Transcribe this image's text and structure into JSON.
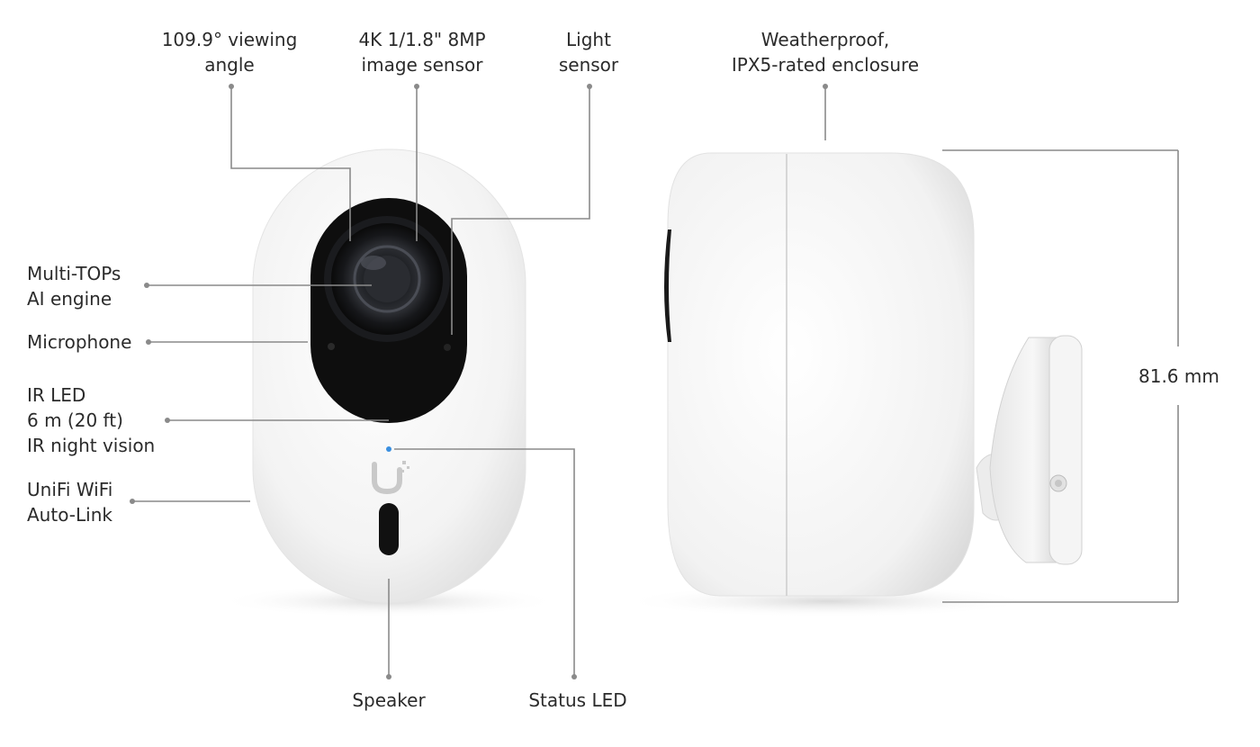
{
  "callouts": {
    "viewing_angle": [
      "109.9° viewing",
      "angle"
    ],
    "image_sensor": [
      "4K 1/1.8\" 8MP",
      "image sensor"
    ],
    "light_sensor": [
      "Light",
      "sensor"
    ],
    "enclosure": [
      "Weatherproof,",
      "IPX5-rated enclosure"
    ],
    "ai_engine": [
      "Multi-TOPs",
      "AI engine"
    ],
    "microphone": [
      "Microphone"
    ],
    "ir_led": [
      "IR LED",
      "6 m (20 ft)",
      "IR night vision"
    ],
    "wifi": [
      "UniFi WiFi",
      "Auto-Link"
    ],
    "speaker": [
      "Speaker"
    ],
    "status_led": [
      "Status LED"
    ],
    "height": [
      "81.6 mm"
    ]
  },
  "colors": {
    "body": "#f4f4f4",
    "lens_window": "#0e0e0e",
    "status_led": "#3a8fe0",
    "leader": "#8a8a8a"
  }
}
